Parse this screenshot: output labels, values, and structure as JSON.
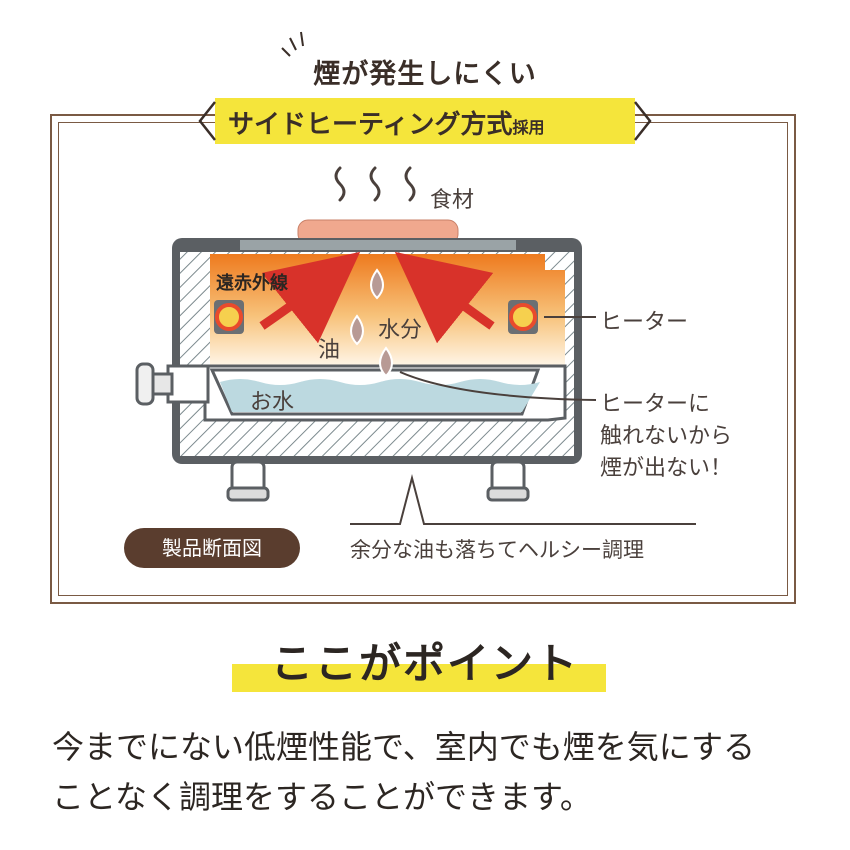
{
  "header": {
    "top_text": "煙が発生しにくい",
    "banner_main": "サイドヒーティング方式",
    "banner_small": "採用"
  },
  "diagram": {
    "labels": {
      "food": "食材",
      "far_infrared": "遠赤外線",
      "oil": "油",
      "moisture": "水分",
      "water": "お水",
      "heater": "ヒーター",
      "heater_note_line1": "ヒーターに",
      "heater_note_line2": "触れないから",
      "heater_note_line3": "煙が出ない！",
      "healthy_note": "余分な油も落ちてヘルシー調理",
      "section_badge": "製品断面図"
    },
    "colors": {
      "brand_yellow": "#f5e53b",
      "brown": "#5a3d2e",
      "heat_orange": "#f08a28",
      "arrow_red": "#d8322a",
      "water_blue": "#bcd9e0",
      "body_gray": "#5b5f63"
    }
  },
  "point": {
    "title": "ここがポイント",
    "line1": "今までにない低煙性能で、室内でも煙を気にする",
    "line2": "ことなく調理をすることができます。"
  }
}
